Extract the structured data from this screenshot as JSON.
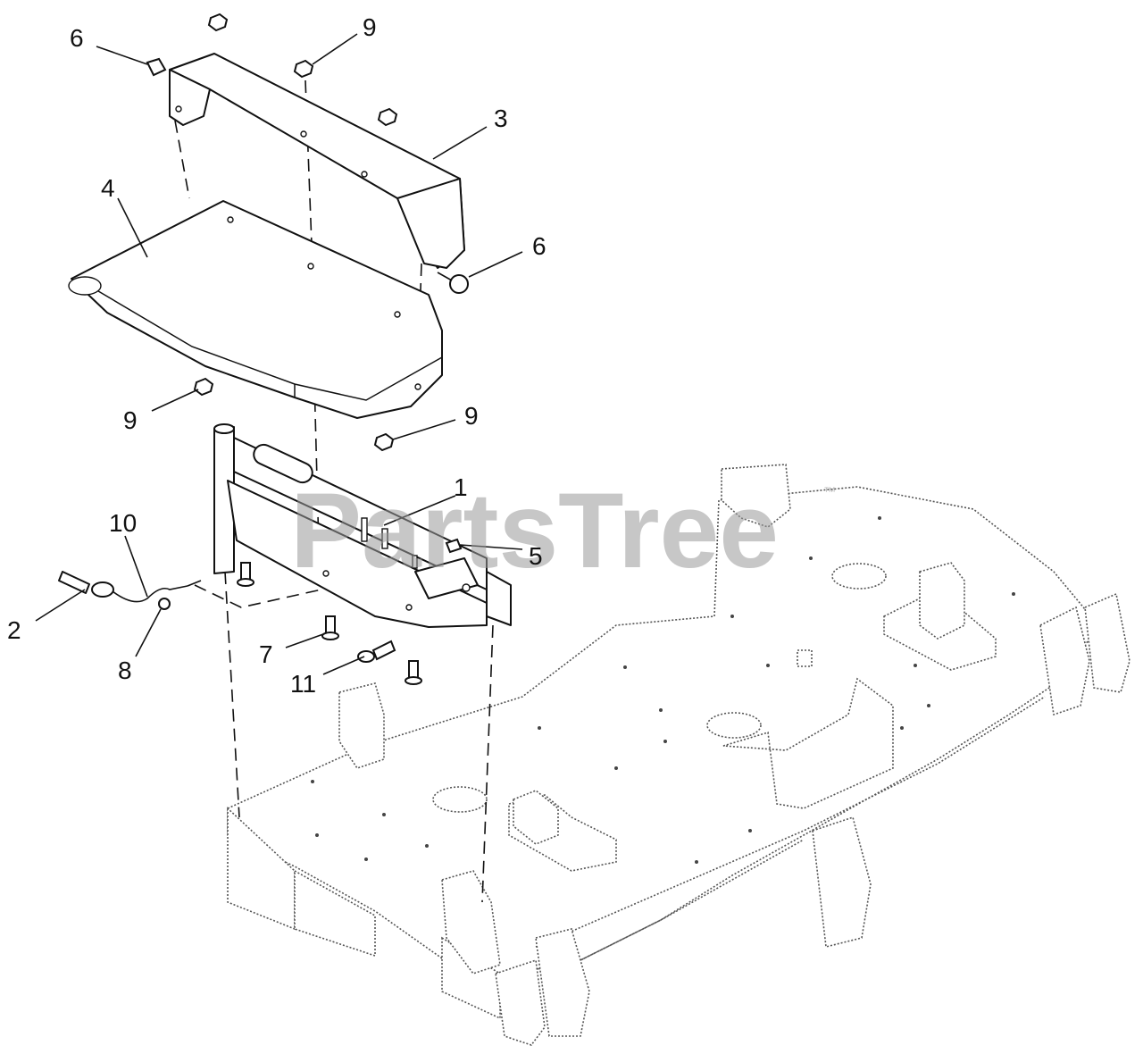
{
  "watermark": {
    "text": "PartsTree",
    "trademark": "™"
  },
  "callouts": [
    {
      "id": "c1",
      "label": "1"
    },
    {
      "id": "c2",
      "label": "2"
    },
    {
      "id": "c3",
      "label": "3"
    },
    {
      "id": "c4",
      "label": "4"
    },
    {
      "id": "c5",
      "label": "5"
    },
    {
      "id": "c6a",
      "label": "6"
    },
    {
      "id": "c6b",
      "label": "6"
    },
    {
      "id": "c7",
      "label": "7"
    },
    {
      "id": "c8",
      "label": "8"
    },
    {
      "id": "c9a",
      "label": "9"
    },
    {
      "id": "c9b",
      "label": "9"
    },
    {
      "id": "c9c",
      "label": "9"
    },
    {
      "id": "c10",
      "label": "10"
    },
    {
      "id": "c11",
      "label": "11"
    }
  ]
}
